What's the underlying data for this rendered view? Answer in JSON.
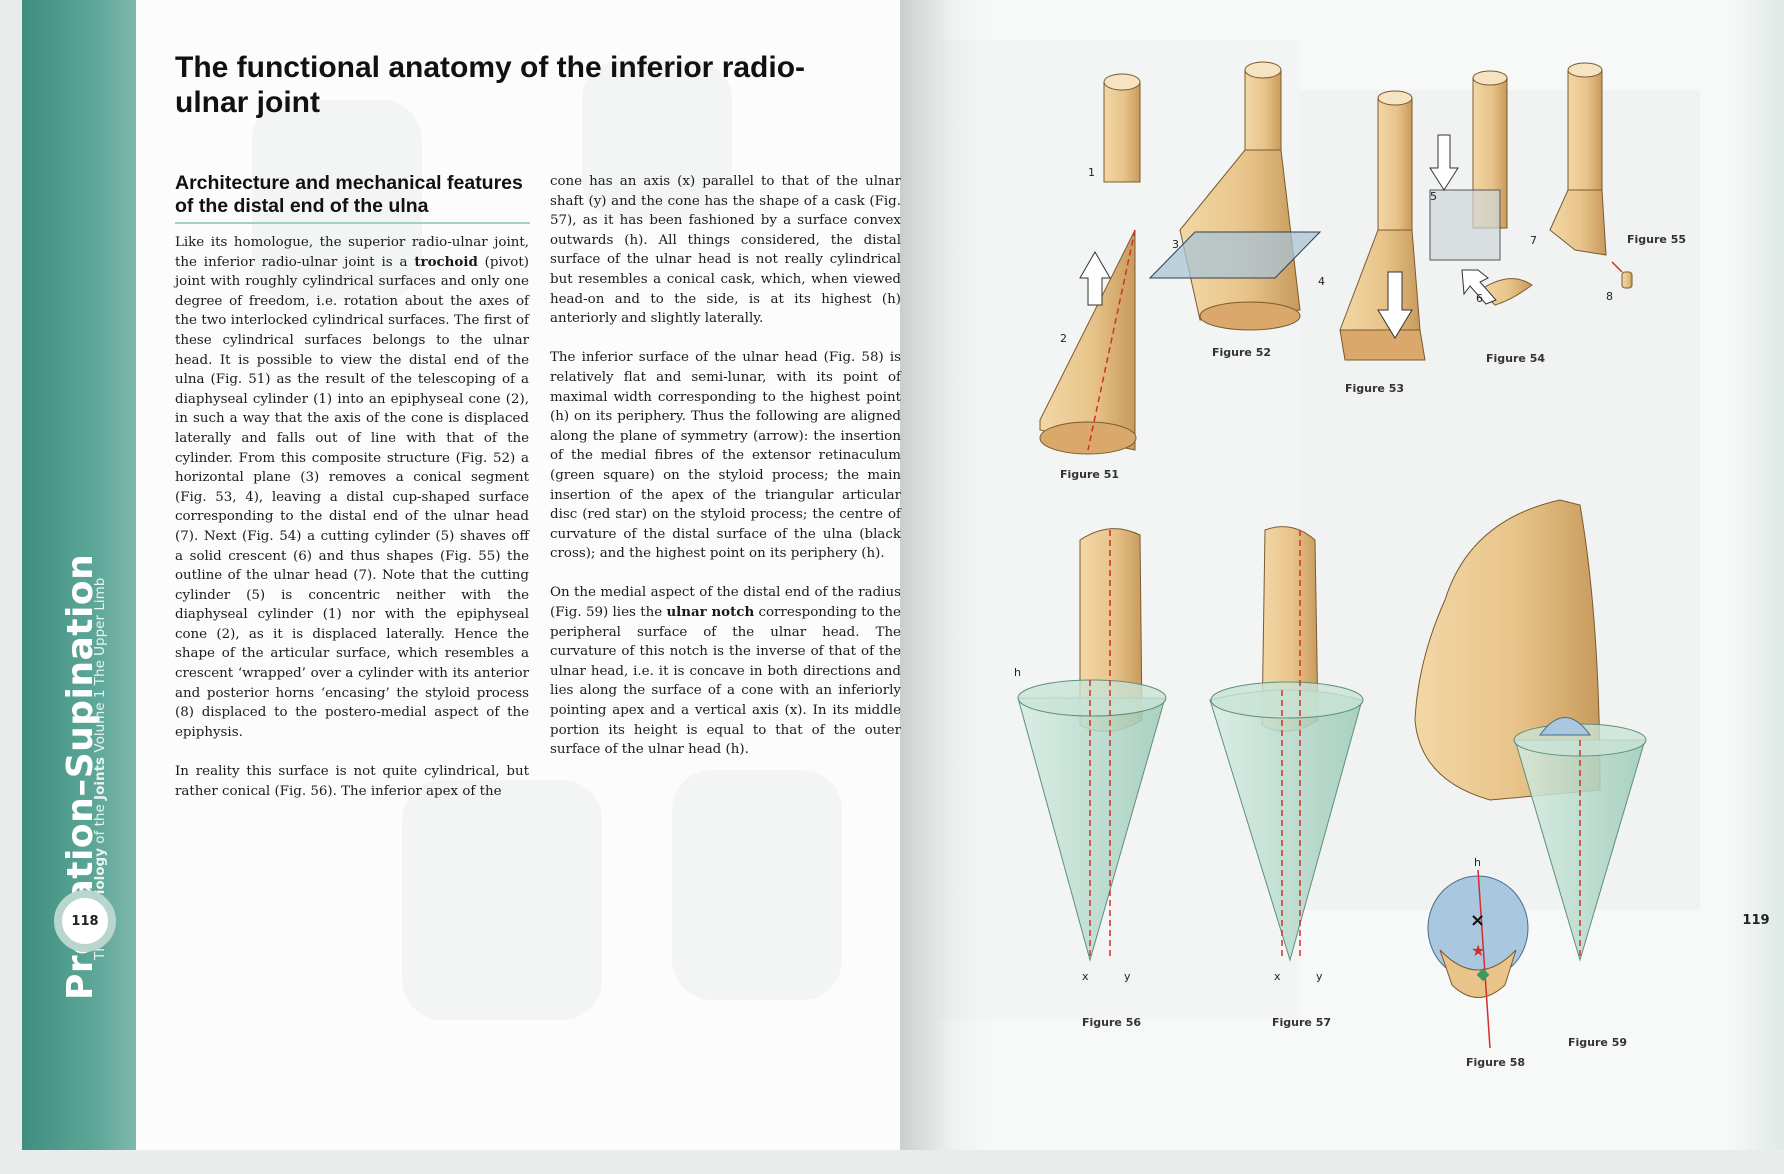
{
  "left_page": {
    "title": "The functional anatomy of the inferior radio-ulnar joint",
    "section_heading": "Architecture and mechanical features of the distal end of the ulna",
    "spine_title": "Pronation–Supination",
    "spine_subtitle_pre": "The ",
    "spine_subtitle_bold": "Physiology",
    "spine_subtitle_mid": " of the ",
    "spine_subtitle_bold2": "Joints",
    "spine_subtitle_post": " Volume 1 The Upper Limb",
    "page_number": "118",
    "column1": {
      "p1_a": "Like its homologue, the superior radio-ulnar joint, the inferior radio-ulnar joint is a ",
      "p1_bold": "trochoid",
      "p1_b": " (pivot) joint with roughly cylindrical surfaces and only one degree of freedom, i.e. rotation about the axes of the two interlocked cylindrical surfaces. The first of these cylindrical surfaces belongs to the ulnar head. It is possible to view the distal end of the ulna (Fig. 51) as the result of the telescoping of a diaphyseal cylinder (1) into an epiphyseal cone (2), in such a way that the axis of the cone is displaced laterally and falls out of line with that of the cylinder. From this composite structure (Fig. 52) a horizontal plane (3) removes a conical segment (Fig. 53, 4), leaving a distal cup-shaped surface corresponding to the distal end of the ulnar head (7). Next (Fig. 54) a cutting cylinder (5) shaves off a solid crescent (6) and thus shapes (Fig. 55) the outline of the ulnar head (7). Note that the cutting cylinder (5) is concentric neither with the diaphyseal cylinder (1) nor with the epiphyseal cone (2), as it is displaced laterally. Hence the shape of the articular surface, which resembles a crescent ‘wrapped’ over a cylinder with its anterior and posterior horns ‘encasing’ the styloid process (8) displaced to the postero-medial aspect of the epiphysis.",
      "p2": "In reality this surface is not quite cylindrical, but rather conical (Fig. 56). The inferior apex of the"
    },
    "column2": {
      "p1": "cone has an axis (x) parallel to that of the ulnar shaft (y) and the cone has the shape of a cask (Fig. 57), as it has been fashioned by a surface convex outwards (h). All things considered, the distal surface of the ulnar head is not really cylindrical but resembles a conical cask, which, when viewed head-on and to the side, is at its highest (h) anteriorly and slightly laterally.",
      "p2": "The inferior surface of the ulnar head (Fig. 58) is relatively flat and semi-lunar, with its point of maximal width corresponding to the highest point (h) on its periphery. Thus the following are aligned along the plane of symmetry (arrow): the insertion of the medial fibres of the extensor retinaculum (green square) on the styloid process; the main insertion of the apex of the triangular articular disc (red star) on the styloid process; the centre of curvature of the distal surface of the ulna (black cross); and the highest point on its periphery (h).",
      "p3_a": "On the medial aspect of the distal end of the radius (Fig. 59) lies the ",
      "p3_bold": "ulnar notch",
      "p3_b": " corresponding to the peripheral surface of the ulnar head. The curvature of this notch is the inverse of that of the ulnar head, i.e. it is concave in both directions and lies along the surface of a cone with an inferiorly pointing apex and a vertical axis (x). In its middle portion its height is equal to that of the outer surface of the ulnar head (h)."
    }
  },
  "right_page": {
    "page_number": "119",
    "figures": {
      "fig51": "Figure 51",
      "fig52": "Figure 52",
      "fig53": "Figure 53",
      "fig54": "Figure 54",
      "fig55": "Figure 55",
      "fig56": "Figure 56",
      "fig57": "Figure 57",
      "fig58": "Figure 58",
      "fig59": "Figure 59"
    },
    "labels": {
      "n1": "1",
      "n2": "2",
      "n3": "3",
      "n4": "4",
      "n5": "5",
      "n6": "6",
      "n7": "7",
      "n8": "8",
      "h": "h",
      "x": "x",
      "y": "y"
    }
  },
  "colors": {
    "spine_teal": "#4f9e8f",
    "bone": "#e8c48a",
    "cone_green": "#b9dccc",
    "axis_red": "#d0302a"
  }
}
